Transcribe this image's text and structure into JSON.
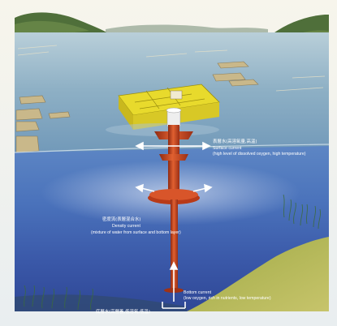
{
  "labels": {
    "surface_cjk": "表層水(高溶氧量,高溫)",
    "surface_current": "Surface current",
    "surface_desc": "(high level of dissolved oxygen, high temperature)",
    "density_cjk": "密度流(表層混合水)",
    "density_current": "Density current",
    "density_desc": "(mixture of water from surface and bottom layer)",
    "bottom_current": "Bottom current",
    "bottom_desc": "(low oxygen, rich in nutrients, low temperature)",
    "bottom_cjk": "底層水(高營養,低溶氧,低溫)"
  },
  "colors": {
    "sky": "#f4f1e6",
    "sea_surface": "#8fb3c8",
    "water_mid": "#3f63b0",
    "water_deep": "#2a3f8c",
    "seabed": "#a9b250",
    "pipe": "#c9431e",
    "raft": "#e2d424",
    "hill": "#4f6f3a"
  }
}
